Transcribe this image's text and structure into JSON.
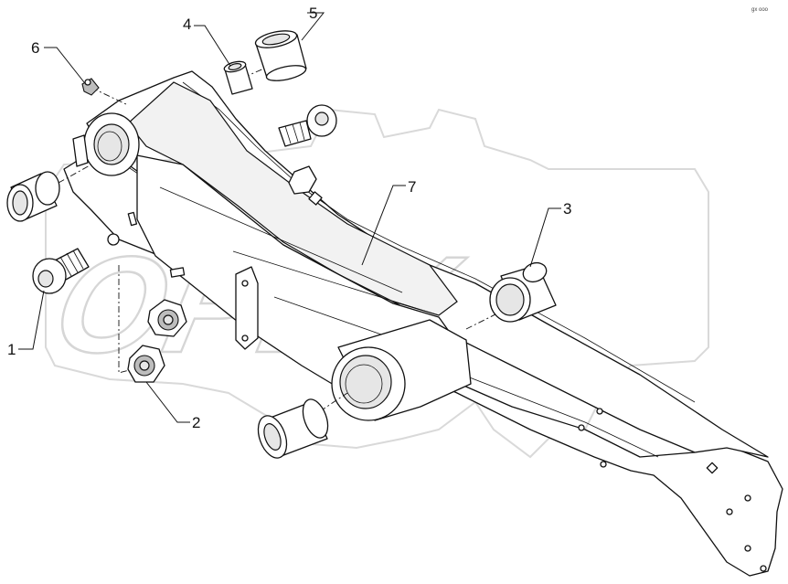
{
  "corner_mark": "gx ooo",
  "watermark": {
    "text": "OPEX"
  },
  "callouts": [
    {
      "id": "c1",
      "label": "1",
      "part": "hex-socket-bolt"
    },
    {
      "id": "c2",
      "label": "2",
      "part": "lock-nut"
    },
    {
      "id": "c3",
      "label": "3",
      "part": "bushing"
    },
    {
      "id": "c4",
      "label": "4",
      "part": "small-bushing"
    },
    {
      "id": "c5",
      "label": "5",
      "part": "bushing"
    },
    {
      "id": "c6",
      "label": "6",
      "part": "grease-nipple"
    },
    {
      "id": "c7",
      "label": "7",
      "part": "link-arm-frame"
    }
  ]
}
